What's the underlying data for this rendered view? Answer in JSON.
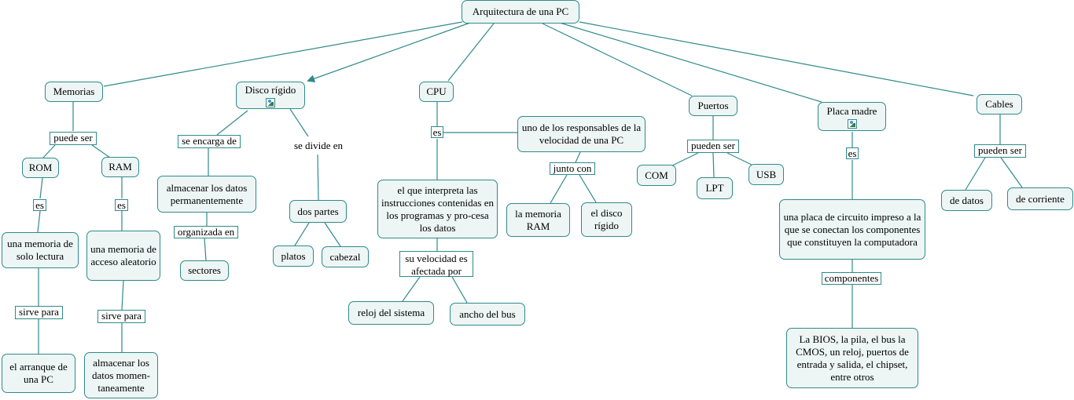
{
  "title": "Arquitectura de una PC",
  "concepts": {
    "memorias": "Memorias",
    "disco": "Disco rígido",
    "cpu": "CPU",
    "puertos": "Puertos",
    "placa": "Placa madre",
    "cables": "Cables",
    "rom": "ROM",
    "ram": "RAM",
    "rom_def": "una memoria de solo lectura",
    "ram_def": "una memoria de acceso aleatorio",
    "rom_use": "el arranque de una PC",
    "ram_use": "almacenar los datos momen-taneamente",
    "disco_func": "almacenar los datos permanentemente",
    "sectores": "sectores",
    "dos_partes": "dos partes",
    "platos": "platos",
    "cabezal": "cabezal",
    "cpu_def": "el que interpreta las instrucciones contenidas en los programas y pro-cesa los datos",
    "reloj": "reloj del sistema",
    "bus": "ancho del bus",
    "resp": "uno de los responsables de la velocidad de una PC",
    "mem_ram": "la memoria RAM",
    "disco_rigido": "el disco rígido",
    "com": "COM",
    "lpt": "LPT",
    "usb": "USB",
    "placa_def": "una placa de circuito impreso a la que se conectan los componentes que constituyen la computadora",
    "comps": "La BIOS, la pila, el bus la CMOS, un reloj, puertos de entrada y salida, el chipset, entre otros",
    "datos": "de datos",
    "corriente": "de corriente"
  },
  "link_labels": {
    "puede_ser": "puede ser",
    "es_rom": "es",
    "es_ram": "es",
    "sirve_rom": "sirve para",
    "sirve_ram": "sirve para",
    "encarga": "se encarga de",
    "divide": "se divide en",
    "organizada": "organizada en",
    "es_cpu": "es",
    "velocidad": "su velocidad es afectada por",
    "junto": "junto con",
    "pueden_puertos": "pueden ser",
    "es_placa": "es",
    "componentes": "componentes",
    "pueden_cables": "pueden ser"
  },
  "icons": [
    "image-icon",
    "image-icon"
  ],
  "colors": {
    "line": "#2f8a8c",
    "node_fill": "#eef5f5",
    "border": "#2f8a8c"
  }
}
